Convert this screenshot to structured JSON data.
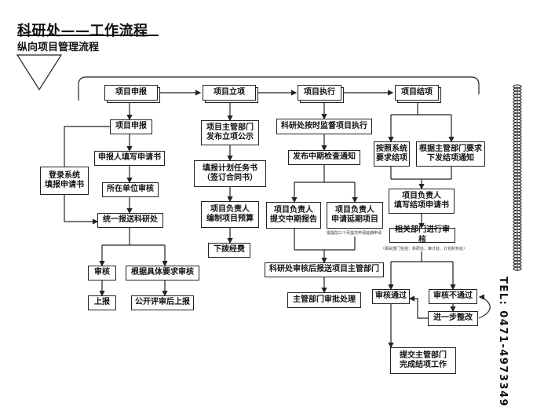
{
  "header": {
    "title": "科研处——工作流程",
    "subtitle": "纵向项目管理流程"
  },
  "phases": {
    "apply": "项目申报",
    "establish": "项目立项",
    "execute": "项目执行",
    "conclude": "项目结项"
  },
  "apply_col": {
    "step1": "项目申报",
    "step2": "申报人填写申请书",
    "step_side": "登录系统\n填报申请书",
    "step3": "所在单位审核",
    "step4": "统一报送科研处",
    "review": "审核",
    "review_by_req": "根据具体要求审核",
    "report": "上报",
    "public_review": "公开评审后上报"
  },
  "establish_col": {
    "step1": "项目主管部门\n发布立项公示",
    "step2": "填报计划任务书\n（签订合同书）",
    "step3": "项目负责人\n编制项目预算",
    "step4": "下拨经费"
  },
  "execute_col": {
    "step1": "科研处按时监督项目执行",
    "step2": "发布中期检查通知",
    "left": "项目负责人\n提交中期报告",
    "right": "项目负责人\n申请延期项目",
    "right_note": "需提前三个月提交申请延期申请",
    "step3": "科研处审核后报送项目主管部门",
    "step4": "主管部门审批处理"
  },
  "conclude_col": {
    "left": "按照系统\n要求结项",
    "right": "根据主管部门要求\n下发结项通知",
    "step2": "项目负责人\n填写结项申请书",
    "step3": "相关部门进行审核",
    "step3_note": "（相关部门包括：科研处、审计处、计划财务处）",
    "pass": "审核通过",
    "fail": "审核不通过",
    "improve": "进一步整改",
    "final": "提交主管部门\n完成结项工作"
  },
  "contact": {
    "tel": "TEL: 0471-4973349"
  },
  "colors": {
    "line": "#222222",
    "text": "#111111"
  }
}
